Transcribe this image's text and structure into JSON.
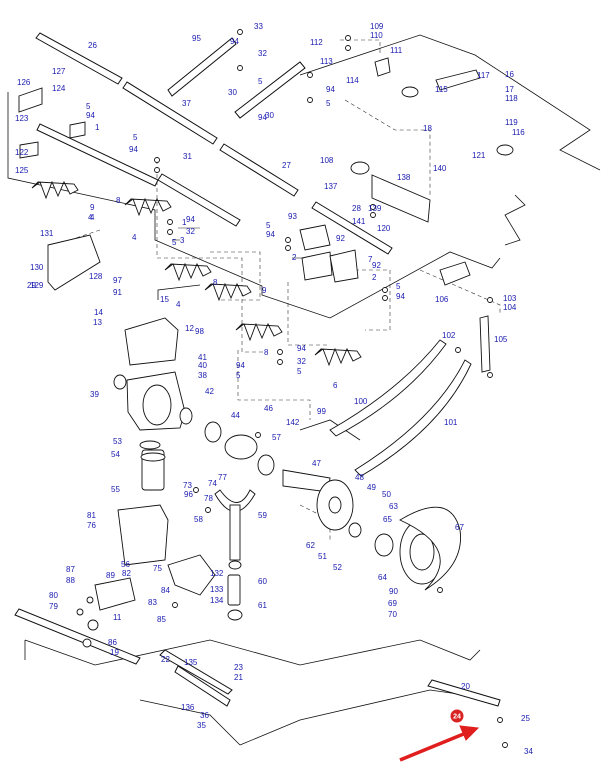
{
  "highlight": {
    "label": "24",
    "color": "#d92323",
    "arrow_color": "#e01e1e"
  },
  "colors": {
    "line": "#111111",
    "callout": "#1a1ab0"
  },
  "callouts": [
    "1",
    "2",
    "3",
    "4",
    "5",
    "6",
    "7",
    "8",
    "9",
    "11",
    "12",
    "13",
    "14",
    "15",
    "16",
    "17",
    "18",
    "19",
    "20",
    "21",
    "22",
    "23",
    "25",
    "26",
    "27",
    "28",
    "29",
    "30",
    "31",
    "32",
    "33",
    "34",
    "35",
    "36",
    "37",
    "38",
    "39",
    "40",
    "41",
    "42",
    "44",
    "46",
    "47",
    "48",
    "49",
    "50",
    "51",
    "52",
    "53",
    "54",
    "55",
    "56",
    "57",
    "58",
    "59",
    "60",
    "61",
    "62",
    "63",
    "64",
    "65",
    "67",
    "69",
    "70",
    "73",
    "74",
    "75",
    "76",
    "77",
    "78",
    "79",
    "80",
    "81",
    "82",
    "83",
    "84",
    "85",
    "86",
    "87",
    "88",
    "89",
    "90",
    "91",
    "92",
    "93",
    "94",
    "95",
    "96",
    "97",
    "98",
    "99",
    "100",
    "101",
    "102",
    "103",
    "104",
    "105",
    "106",
    "108",
    "109",
    "110",
    "111",
    "112",
    "113",
    "114",
    "115",
    "116",
    "117",
    "118",
    "119",
    "120",
    "121",
    "122",
    "123",
    "124",
    "125",
    "126",
    "127",
    "128",
    "129",
    "130",
    "131",
    "132",
    "133",
    "134",
    "135",
    "136",
    "137",
    "138",
    "139",
    "140",
    "141",
    "142"
  ]
}
